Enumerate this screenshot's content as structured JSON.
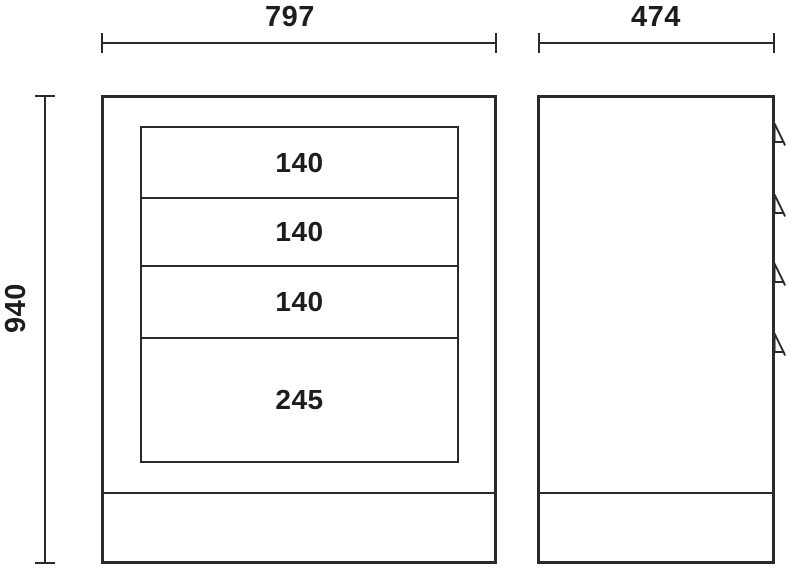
{
  "drawing": {
    "type": "cabinet-dimension-diagram",
    "units_shown": "mm",
    "colors": {
      "line": "#2a2a28",
      "text": "#1d1d1b",
      "background": "#ffffff"
    },
    "front_view": {
      "width_dim": "797",
      "height_dim": "940",
      "drawers": [
        {
          "label": "140"
        },
        {
          "label": "140"
        },
        {
          "label": "140"
        },
        {
          "label": "245"
        }
      ]
    },
    "side_view": {
      "depth_dim": "474",
      "handle_count": 4,
      "handle_icon": "drawer-handle-triangle"
    }
  }
}
